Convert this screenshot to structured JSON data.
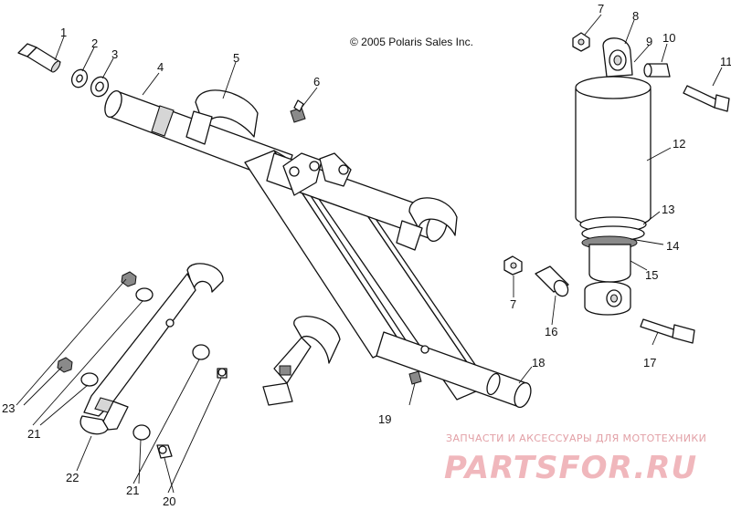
{
  "copyright": "© 2005 Polaris Sales Inc.",
  "watermark": {
    "small": "ЗАПЧАСТИ И АКСЕССУАРЫ ДЛЯ МОТОТЕХНИКИ",
    "brand": "PARTSFOR.RU"
  },
  "callouts": {
    "c1": "1",
    "c2": "2",
    "c3": "3",
    "c4": "4",
    "c5": "5",
    "c6": "6",
    "c7a": "7",
    "c7b": "7",
    "c8": "8",
    "c9": "9",
    "c10": "10",
    "c11": "11",
    "c12": "12",
    "c13": "13",
    "c14": "14",
    "c15": "15",
    "c16": "16",
    "c17": "17",
    "c18": "18",
    "c19": "19",
    "c20": "20",
    "c21a": "21",
    "c21b": "21",
    "c22": "22",
    "c23": "23"
  }
}
